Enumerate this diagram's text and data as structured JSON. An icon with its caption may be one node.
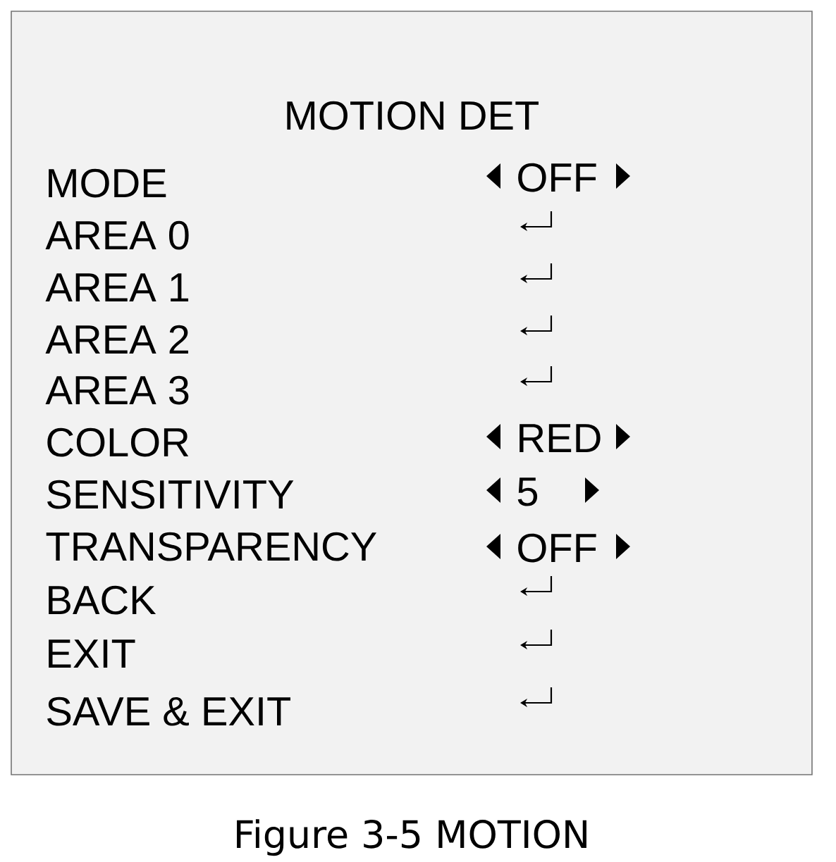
{
  "diagram": {
    "title": "MOTION DET",
    "caption": "Figure 3-5 MOTION",
    "labels": [
      "MODE",
      "OFF",
      "AREA 0",
      "AREA 1",
      "AREA 2",
      "AREA 3",
      "COLOR",
      "RED",
      "SENSITIVITY",
      "5",
      "TRANSPARENCY",
      "OFF",
      "BACK",
      "EXIT",
      "SAVE & EXIT"
    ]
  }
}
